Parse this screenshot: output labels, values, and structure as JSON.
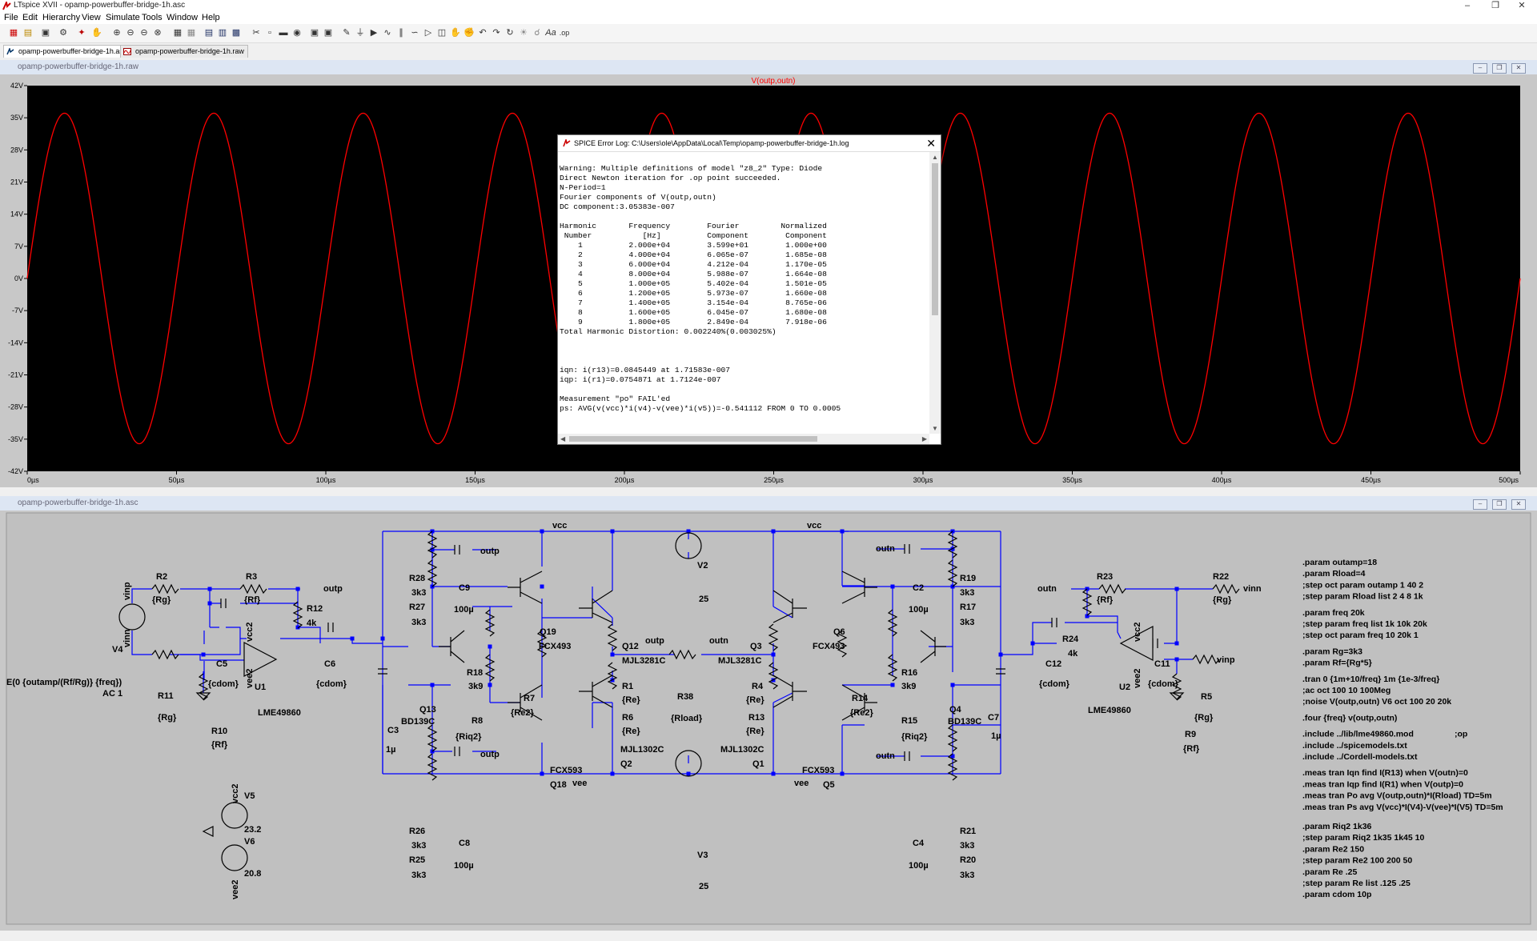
{
  "app": {
    "title": "LTspice XVII - opamp-powerbuffer-bridge-1h.asc"
  },
  "menu": [
    "File",
    "Edit",
    "Hierarchy",
    "View",
    "Simulate",
    "Tools",
    "Window",
    "Help"
  ],
  "tabs": [
    {
      "label": "opamp-powerbuffer-bridge-1h.asc"
    },
    {
      "label": "opamp-powerbuffer-bridge-1h.raw"
    }
  ],
  "plot": {
    "window_title": "opamp-powerbuffer-bridge-1h.raw",
    "trace_label": "V(outp,outn)",
    "colors": {
      "background": "#000000",
      "trace": "#ff0000",
      "grid": "#444444"
    },
    "y_ticks": [
      "42V",
      "35V",
      "28V",
      "21V",
      "14V",
      "7V",
      "0V",
      "-7V",
      "-14V",
      "-21V",
      "-28V",
      "-35V",
      "-42V"
    ],
    "x_ticks": [
      "0µs",
      "50µs",
      "100µs",
      "150µs",
      "200µs",
      "250µs",
      "300µs",
      "350µs",
      "400µs",
      "450µs",
      "500µs"
    ]
  },
  "chart_data": {
    "type": "line",
    "title": "",
    "series": [
      {
        "name": "V(outp,outn)",
        "function": "sine",
        "amplitude": 35.99,
        "frequency_hz": 20000,
        "offset": 0
      }
    ],
    "x_range": [
      0,
      0.0005
    ],
    "ylim": [
      -42,
      42
    ],
    "xlabel": "",
    "ylabel": "",
    "grid": false
  },
  "error_log": {
    "title": "SPICE Error Log: C:\\Users\\ole\\AppData\\Local\\Temp\\opamp-powerbuffer-bridge-1h.log",
    "lines": [
      "Warning: Multiple definitions of model \"z8_2\" Type: Diode",
      "Direct Newton iteration for .op point succeeded.",
      "N-Period=1",
      "Fourier components of V(outp,outn)",
      "DC component:3.05383e-007",
      "",
      "Harmonic       Frequency        Fourier         Normalized",
      " Number           [Hz]          Component        Component",
      "    1          2.000e+04        3.599e+01        1.000e+00",
      "    2          4.000e+04        6.065e-07        1.685e-08",
      "    3          6.000e+04        4.212e-04        1.170e-05",
      "    4          8.000e+04        5.988e-07        1.664e-08",
      "    5          1.000e+05        5.402e-04        1.501e-05",
      "    6          1.200e+05        5.973e-07        1.660e-08",
      "    7          1.400e+05        3.154e-04        8.765e-06",
      "    8          1.600e+05        6.045e-07        1.680e-08",
      "    9          1.800e+05        2.849e-04        7.918e-06",
      "Total Harmonic Distortion: 0.002240%(0.003025%)",
      "",
      "",
      "",
      "iqn: i(r13)=0.0845449 at 1.71583e-007",
      "iqp: i(r1)=0.0754871 at 1.7124e-007",
      "",
      "Measurement \"po\" FAIL'ed",
      "ps: AVG(v(vcc)*i(v4)-v(vee)*i(v5))=-0.541112 FROM 0 TO 0.0005"
    ]
  },
  "schematic": {
    "window_title": "opamp-powerbuffer-bridge-1h.asc",
    "labels": {
      "vcc": "vcc",
      "vee": "vee",
      "outp": "outp",
      "outn": "outn",
      "vinp": "vinp",
      "vinn": "vinn",
      "vcc2": "vcc2",
      "vee2": "vee2",
      "R2": "R2",
      "Rg": "{Rg}",
      "R3": "R3",
      "Rf": "{Rf}",
      "R12": "R12",
      "k4": "4k",
      "C5": "C5",
      "C6": "C6",
      "cdom": "{cdom}",
      "U1": "U1",
      "U2": "U2",
      "LME": "LME49860",
      "V4": "V4",
      "Esrc": "E(0 {outamp/(Rf/Rg)} {freq})",
      "AC1": "AC 1",
      "R11": "R11",
      "R10": "R10",
      "V5": "V5",
      "V5v": "23.2",
      "V6": "V6",
      "V6v": "20.8",
      "R28": "R28",
      "k33": "3k3",
      "R27": "R27",
      "C9": "C9",
      "u100": "100µ",
      "Q13": "Q13",
      "BD139C": "BD139C",
      "R18": "R18",
      "k39": "3k9",
      "R8": "R8",
      "Riq2": "{Riq2}",
      "C3": "C3",
      "u1": "1µ",
      "Q19": "Q19",
      "FCX493": "FCX493",
      "Q18": "Q18",
      "FCX593": "FCX593",
      "R7": "R7",
      "Re2": "{Re2}",
      "Q12": "Q12",
      "MJL3281C": "MJL3281C",
      "Q2": "Q2",
      "MJL1302C": "MJL1302C",
      "R1": "R1",
      "Re": "{Re}",
      "R6": "R6",
      "R38": "R38",
      "Rload": "{Rload}",
      "R26": "R26",
      "R25": "R25",
      "C8": "C8",
      "V2": "V2",
      "V2v": "25",
      "V3": "V3",
      "V3v": "25",
      "Q3": "Q3",
      "R4": "R4",
      "R13": "R13",
      "Q1": "Q1",
      "Q6": "Q6",
      "Q5": "Q5",
      "R14": "R14",
      "R16": "R16",
      "R15": "R15",
      "Q4": "Q4",
      "C7": "C7",
      "R19": "R19",
      "R17": "R17",
      "C2": "C2",
      "R21": "R21",
      "R20": "R20",
      "C4": "C4",
      "R23": "R23",
      "R22": "R22",
      "R24": "R24",
      "C12": "C12",
      "C11": "C11",
      "R5": "R5",
      "R9": "R9"
    },
    "directives": [
      ".param outamp=18",
      ".param Rload=4",
      ";step oct param outamp 1 40 2",
      ";step param Rload list 2 4 8 1k",
      ".param freq 20k",
      ";step param freq list 1k 10k 20k",
      ";step oct param freq 10 20k 1",
      ".param Rg=3k3",
      ".param Rf={Rg*5}",
      ".tran 0 {1m+10/freq} 1m {1e-3/freq}",
      ";ac oct 100 10 100Meg",
      ";noise V(outp,outn) V6 oct 100 20 20k",
      ".four {freq} v(outp,outn)",
      ".include ../lib/lme49860.mod",
      ";op",
      ".include ../spicemodels.txt",
      ".include ../Cordell-models.txt",
      ".meas tran Iqn find I(R13) when V(outn)=0",
      ".meas tran Iqp find I(R1) when V(outp)=0",
      ".meas tran Po avg V(outp,outn)*I(Rload) TD=5m",
      ".meas tran Ps avg V(vcc)*I(V4)-V(vee)*I(V5) TD=5m",
      ".param Riq2 1k36",
      ";step param Riq2 1k35 1k45 10",
      ".param Re2 150",
      ";step param Re2 100 200 50",
      " .param Re .25",
      " ;step param Re list .125 .25",
      ".param cdom 10p"
    ],
    "colors": {
      "background": "#c0c0c0",
      "wire": "#0000ff",
      "component": "#000000"
    }
  }
}
